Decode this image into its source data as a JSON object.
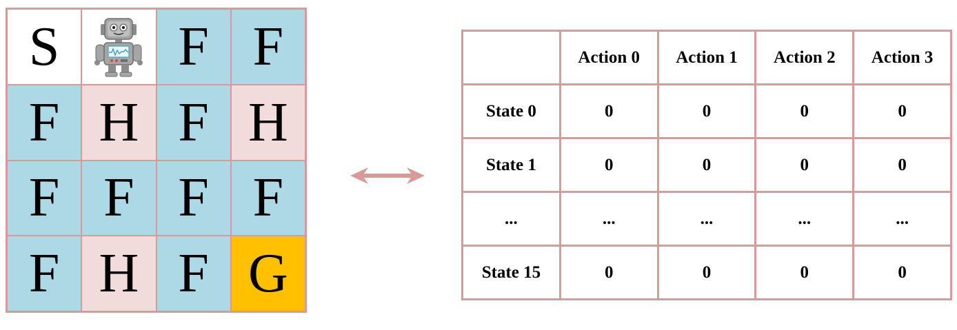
{
  "grid": {
    "rows": [
      [
        {
          "label": "S",
          "type": "S"
        },
        {
          "label": "",
          "type": "agent",
          "icon": "robot-icon"
        },
        {
          "label": "F",
          "type": "F"
        },
        {
          "label": "F",
          "type": "F"
        }
      ],
      [
        {
          "label": "F",
          "type": "F"
        },
        {
          "label": "H",
          "type": "H"
        },
        {
          "label": "F",
          "type": "F"
        },
        {
          "label": "H",
          "type": "H"
        }
      ],
      [
        {
          "label": "F",
          "type": "F"
        },
        {
          "label": "F",
          "type": "F"
        },
        {
          "label": "F",
          "type": "F"
        },
        {
          "label": "F",
          "type": "F"
        }
      ],
      [
        {
          "label": "F",
          "type": "F"
        },
        {
          "label": "H",
          "type": "H"
        },
        {
          "label": "F",
          "type": "F"
        },
        {
          "label": "G",
          "type": "G"
        }
      ]
    ],
    "colors": {
      "start": "#ffffff",
      "frozen": "#add8e6",
      "hole": "#f2dcdb",
      "goal": "#ffc000",
      "border": "#d89a98"
    }
  },
  "arrow": {
    "icon": "double-arrow-icon",
    "color": "#d89a98"
  },
  "qtable": {
    "headers": [
      "",
      "Action 0",
      "Action 1",
      "Action 2",
      "Action 3"
    ],
    "rows": [
      [
        "State 0",
        "0",
        "0",
        "0",
        "0"
      ],
      [
        "State 1",
        "0",
        "0",
        "0",
        "0"
      ],
      [
        "...",
        "...",
        "...",
        "...",
        "..."
      ],
      [
        "State 15",
        "0",
        "0",
        "0",
        "0"
      ]
    ]
  }
}
